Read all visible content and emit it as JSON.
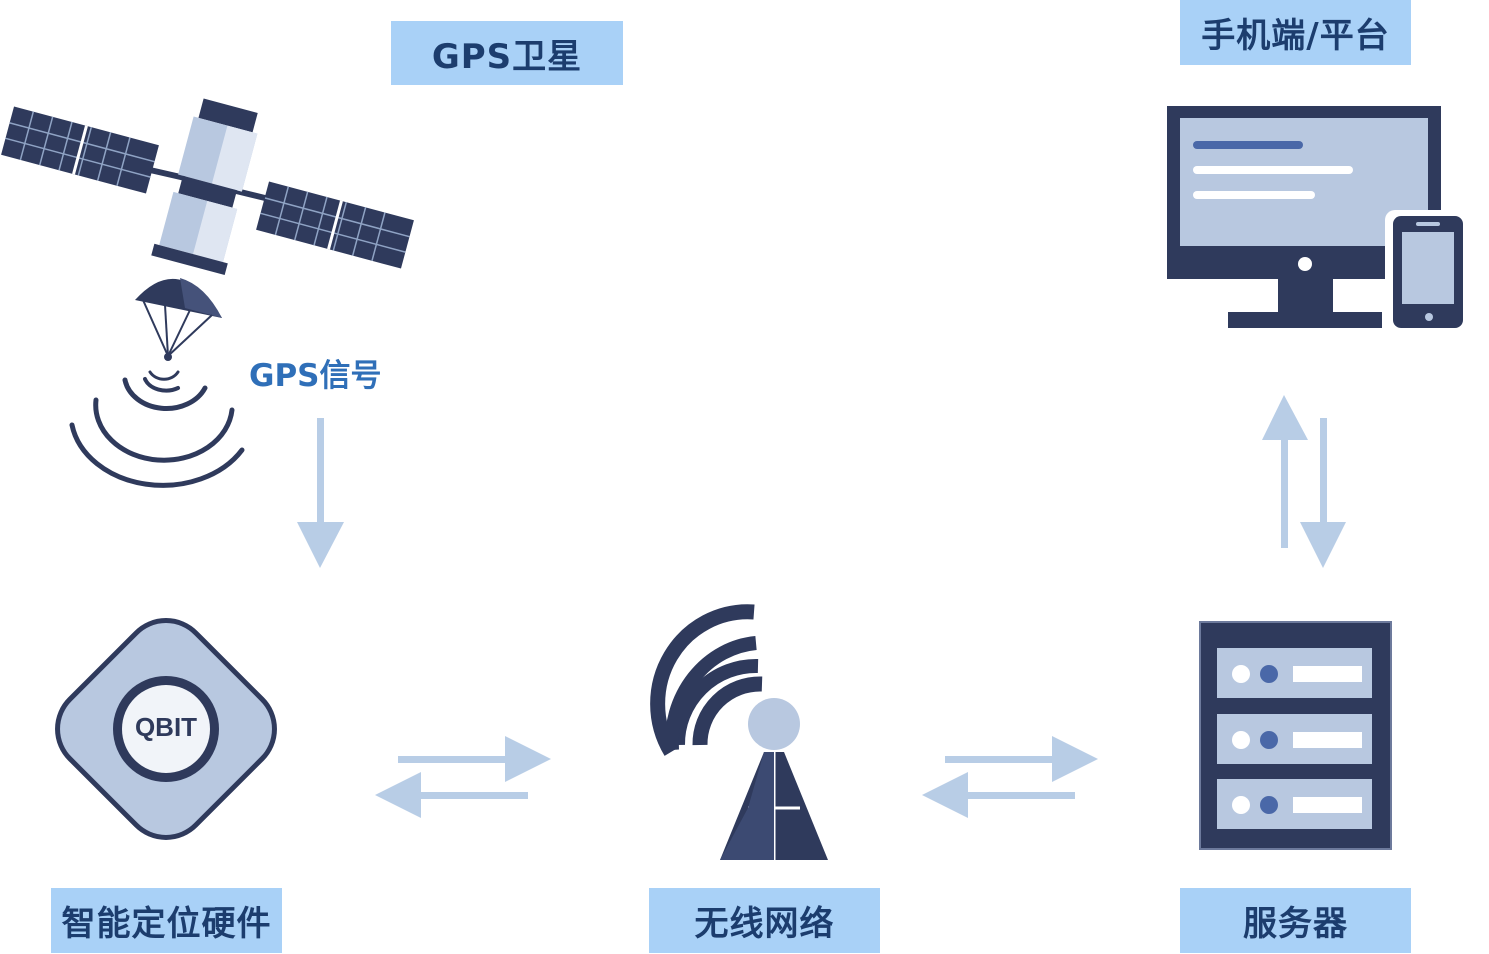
{
  "labels": {
    "satellite": "GPS卫星",
    "platform": "手机端/平台",
    "signal": "GPS信号",
    "hardware": "智能定位硬件",
    "network": "无线网络",
    "server": "服务器"
  },
  "device_text": "QBIT",
  "colors": {
    "dark": "#2f3a5c",
    "light_panel": "#b8c8e0",
    "arrow": "#b8cde6",
    "label_bg": "#a9d1f7",
    "label_text": "#1c3d6e",
    "signal_text": "#2f6fb8"
  }
}
